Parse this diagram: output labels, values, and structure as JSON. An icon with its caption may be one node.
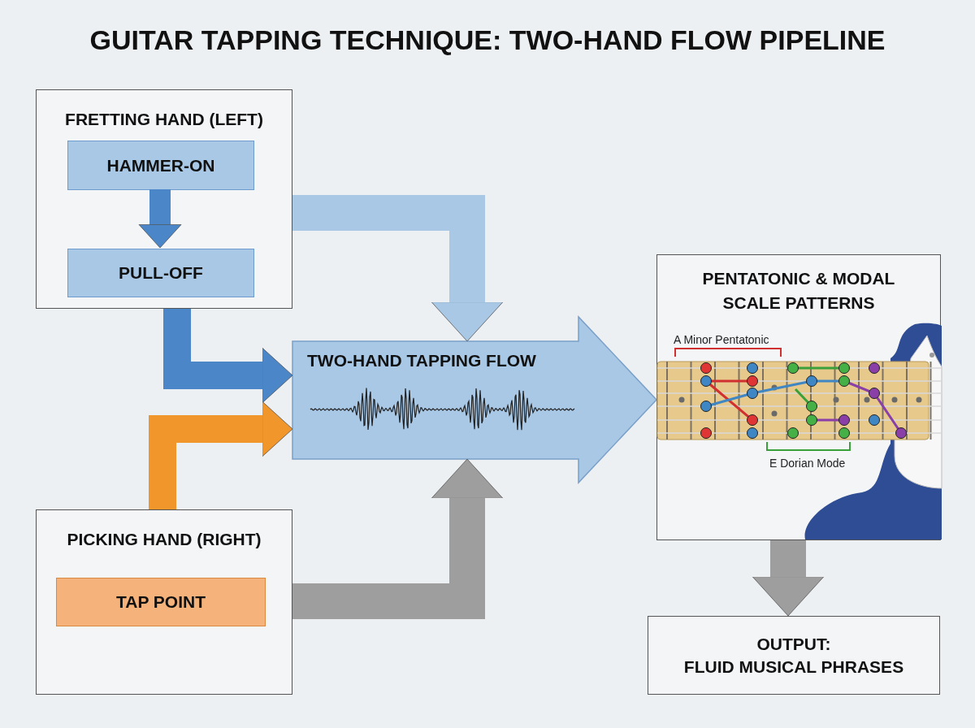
{
  "diagram": {
    "title": "GUITAR TAPPING TECHNIQUE: TWO-HAND FLOW PIPELINE",
    "nodes": [
      {
        "text": [
          "FRETTING HAND (LEFT)"
        ]
      },
      {
        "text": [
          "HAMMER-ON"
        ],
        "in": 0
      },
      {
        "text": [
          "PULL-OFF"
        ],
        "in": 0
      },
      {
        "text": [
          "PICKING HAND (RIGHT)"
        ]
      },
      {
        "text": [
          "TAP POINT"
        ],
        "in": 3
      },
      {
        "text": [
          "TWO-HAND TAPPING FLOW"
        ]
      },
      {
        "text": [
          "PENTATONIC & MODAL SCALE PATTERNS"
        ]
      },
      {
        "text": [
          "OUTPUT:",
          "FLUID MUSICAL PHRASES"
        ]
      }
    ],
    "edges": [
      {
        "from": 1,
        "to": 2,
        "arrow": "to",
        "color": "#4a86c8"
      },
      {
        "from": 0,
        "to": 5,
        "arrow": "to",
        "color": "#4a86c8"
      },
      {
        "from": 3,
        "to": 5,
        "arrow": "to",
        "color": "#f0962a"
      },
      {
        "from": 3,
        "to": 5,
        "arrow": "to",
        "color": "#9e9e9e"
      },
      {
        "from": 0,
        "to": 5,
        "arrow": "to",
        "color": "#a9c8e6"
      },
      {
        "from": 6,
        "to": 7,
        "arrow": "to",
        "color": "#9e9e9e"
      }
    ],
    "labels": [
      "A Minor Pentatonic",
      "E Dorian Mode"
    ]
  }
}
